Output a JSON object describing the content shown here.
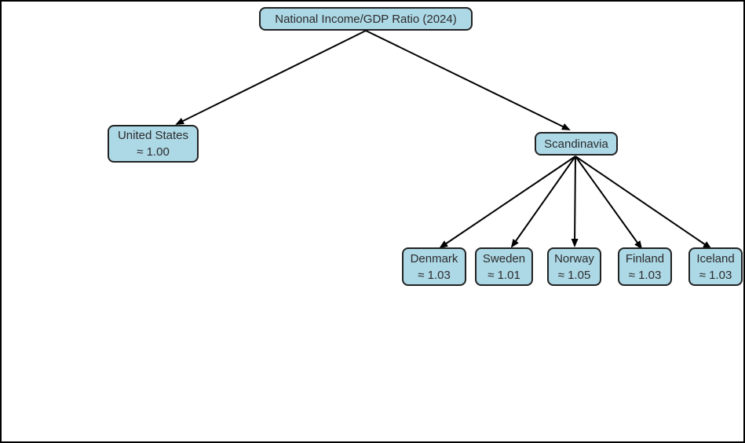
{
  "diagram": {
    "title": "National Income/GDP Ratio (2024)",
    "root": {
      "label": "National Income/GDP Ratio (2024)"
    },
    "children": [
      {
        "label": "United States",
        "value": "≈ 1.00"
      },
      {
        "label": "Scandinavia",
        "children": [
          {
            "label": "Denmark",
            "value": "≈ 1.03"
          },
          {
            "label": "Sweden",
            "value": "≈ 1.01"
          },
          {
            "label": "Norway",
            "value": "≈ 1.05"
          },
          {
            "label": "Finland",
            "value": "≈ 1.03"
          },
          {
            "label": "Iceland",
            "value": "≈ 1.03"
          }
        ]
      }
    ],
    "colors": {
      "node_fill": "#add8e6",
      "node_border": "#222222",
      "arrow": "#000000",
      "background": "#ffffff",
      "page_border": "#000000"
    }
  }
}
